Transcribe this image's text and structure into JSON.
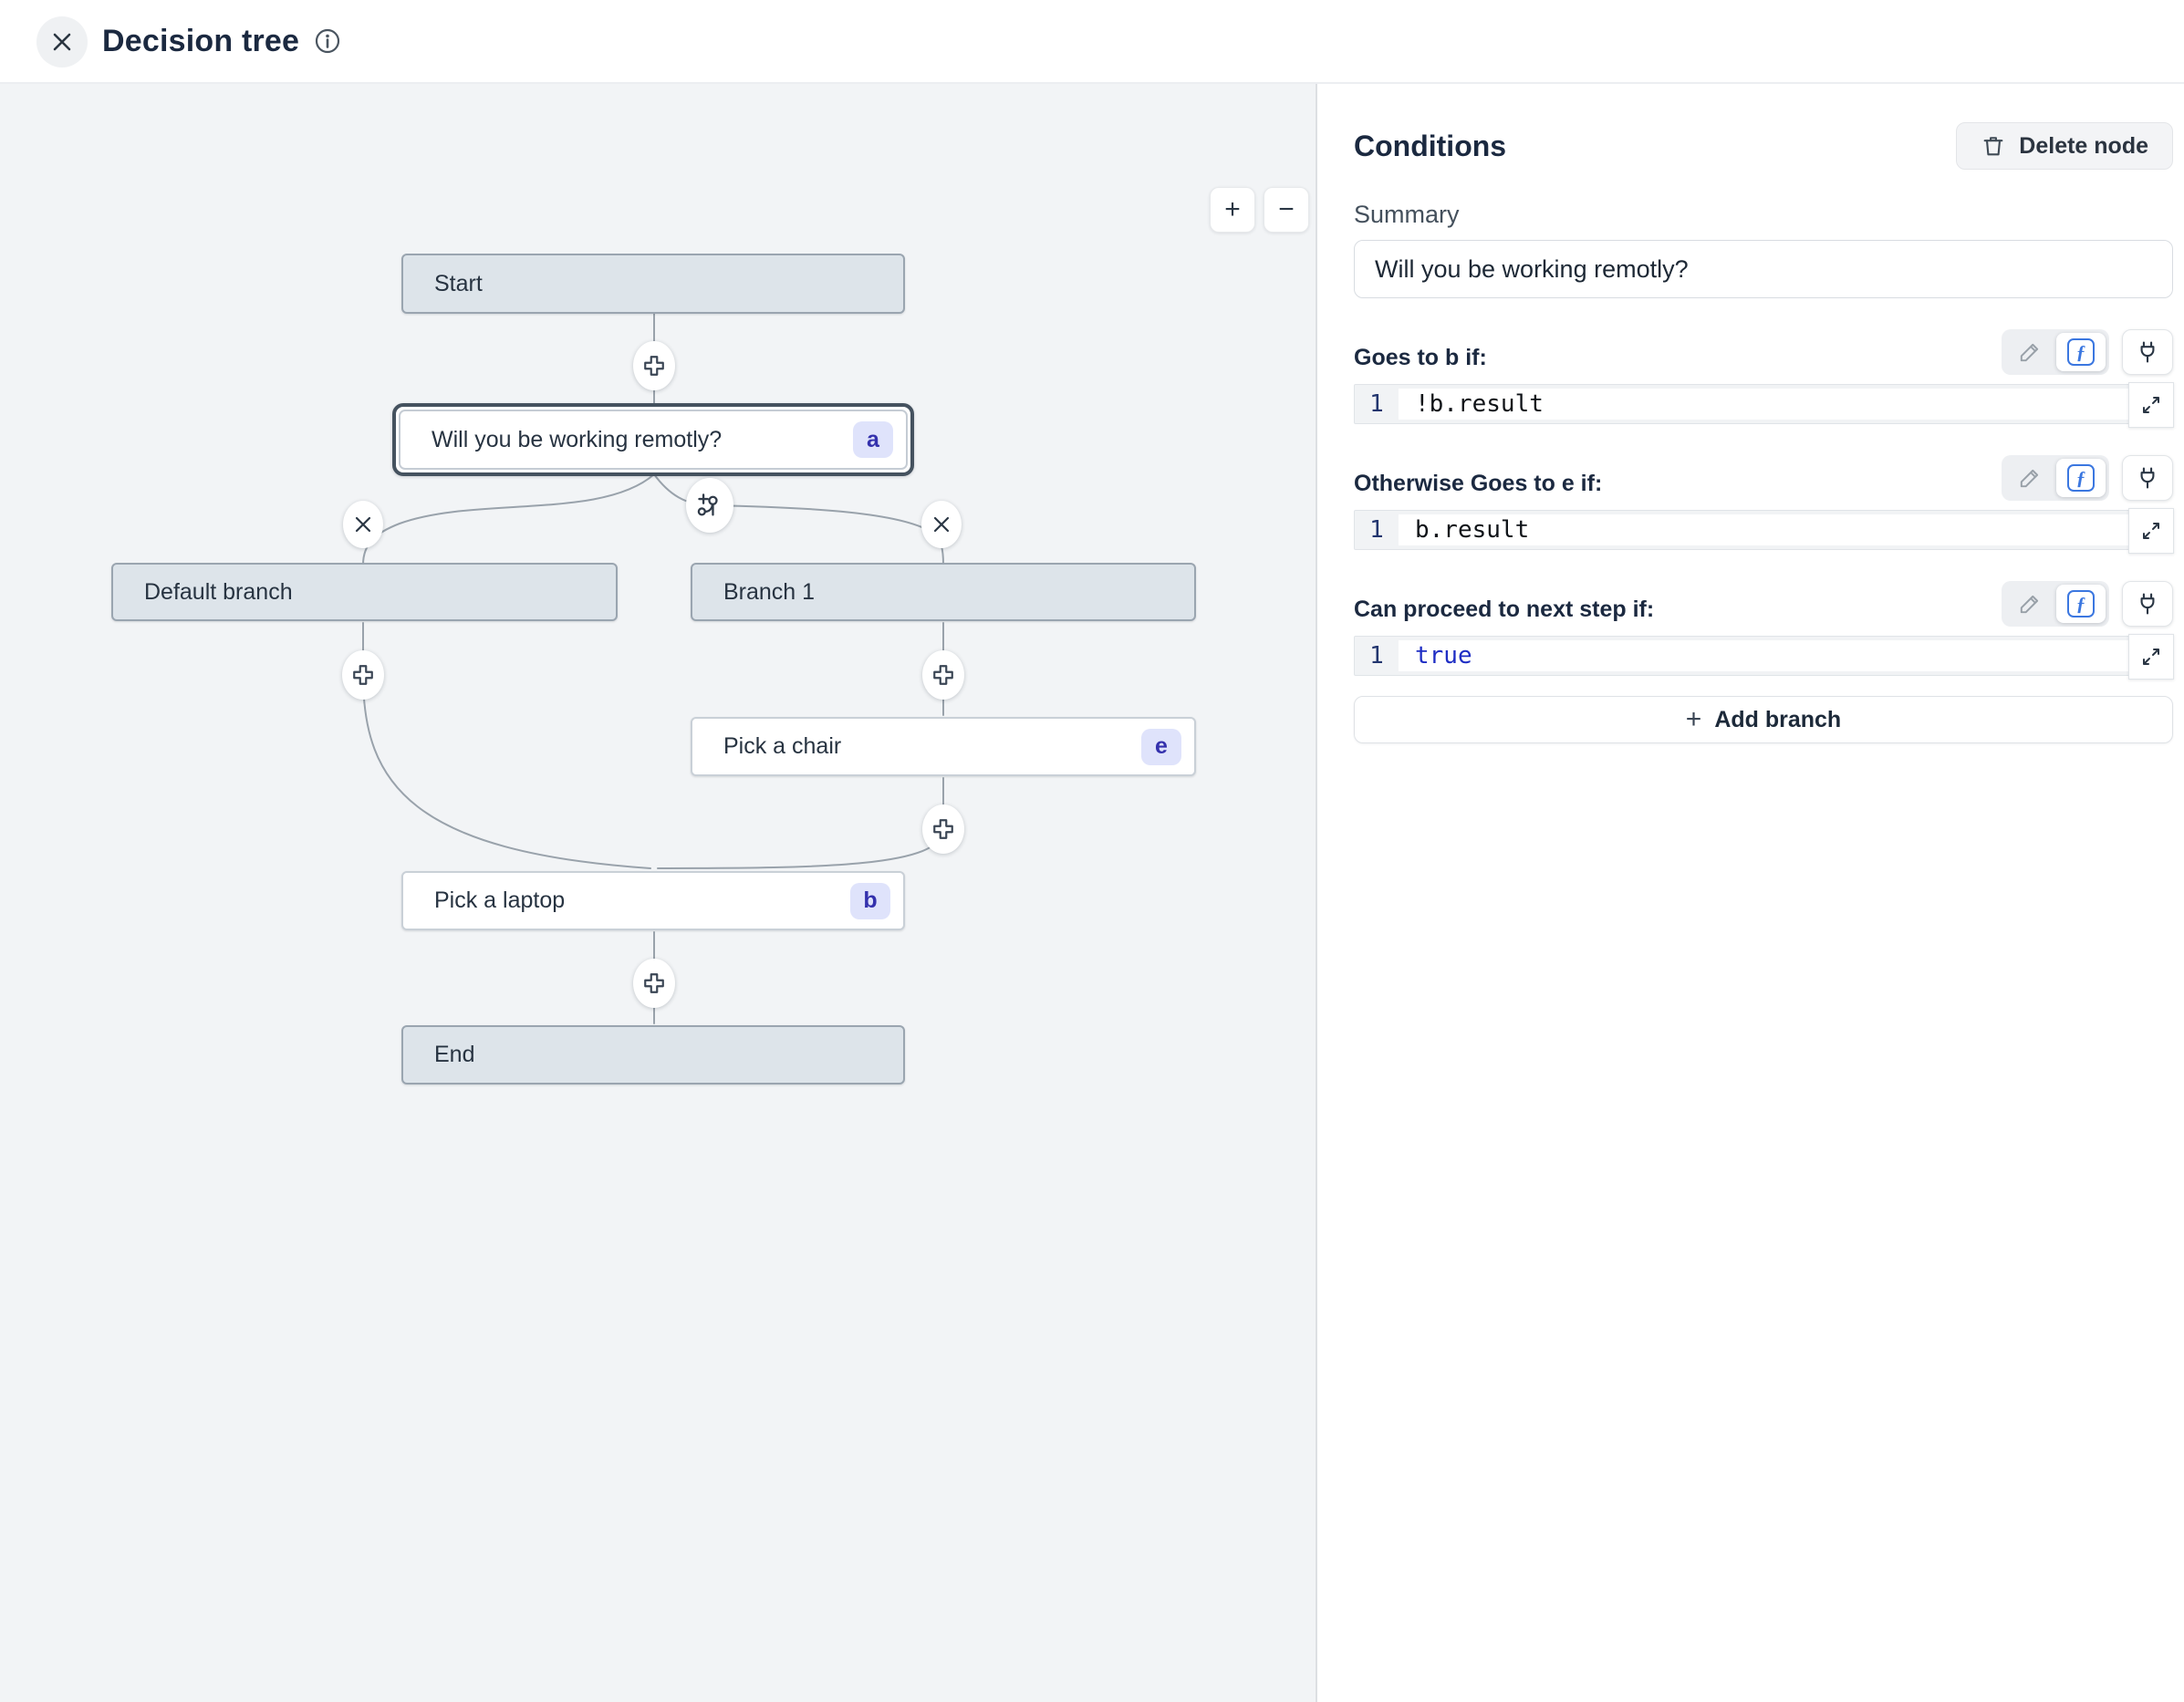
{
  "header": {
    "title": "Decision tree"
  },
  "canvas": {
    "zoom_in": "+",
    "zoom_out": "−",
    "nodes": [
      {
        "id": "start",
        "label": "Start",
        "type": "terminal"
      },
      {
        "id": "question",
        "label": "Will you be working remotly?",
        "badge": "a",
        "type": "question",
        "selected": true
      },
      {
        "id": "default-branch",
        "label": "Default branch",
        "type": "branch"
      },
      {
        "id": "branch-1",
        "label": "Branch 1",
        "type": "branch"
      },
      {
        "id": "pick-a-chair",
        "label": "Pick a chair",
        "badge": "e",
        "type": "step"
      },
      {
        "id": "pick-a-laptop",
        "label": "Pick a laptop",
        "badge": "b",
        "type": "step"
      },
      {
        "id": "end",
        "label": "End",
        "type": "terminal"
      }
    ]
  },
  "panel": {
    "title": "Conditions",
    "delete_button_label": "Delete node",
    "summary_label": "Summary",
    "summary_value": "Will you be working remotly?",
    "sections": [
      {
        "label": "Goes to b if:",
        "line_number": "1",
        "code": "!b.result"
      },
      {
        "label": "Otherwise Goes to e if:",
        "line_number": "1",
        "code": "b.result"
      },
      {
        "label": "Can proceed to next step if:",
        "line_number": "1",
        "code": "true"
      }
    ],
    "add_branch_label": "Add branch",
    "add_branch_plus": "+"
  },
  "icons": [
    "close-icon",
    "info-icon",
    "zoom-in-icon",
    "zoom-out-icon",
    "add-node-icon",
    "remove-branch-icon",
    "add-branch-connector-icon",
    "trash-icon",
    "pencil-icon",
    "fx-icon",
    "plug-icon",
    "expand-icon"
  ],
  "colors": {
    "canvas_bg": "#f2f4f6",
    "node_gray": "#dde4ea",
    "node_border_gray": "#9aa5b0",
    "selected_border": "#45525f",
    "badge_bg": "#dfe3fb",
    "badge_text": "#3431ad",
    "keyword_blue": "#1f2ec4",
    "fx_blue": "#3b77e0",
    "edge_gray": "#99a2ab"
  }
}
